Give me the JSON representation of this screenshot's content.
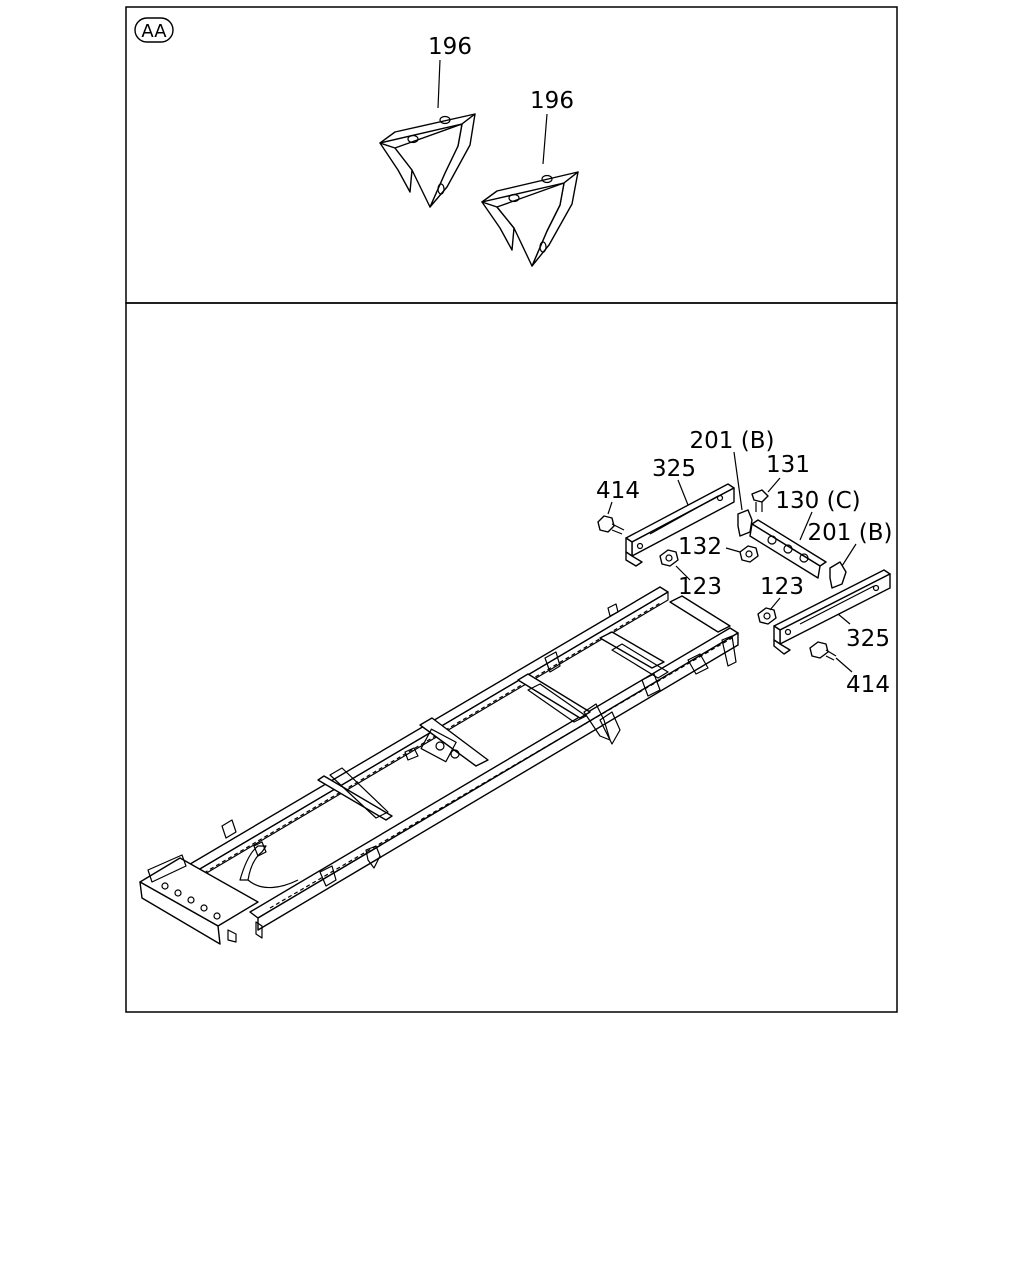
{
  "detail_view": {
    "tag": "AA",
    "bracket_labels": [
      "196",
      "196"
    ]
  },
  "main_view": {
    "callouts": [
      {
        "id": "c201b-top",
        "text": "201 (B)"
      },
      {
        "id": "c131",
        "text": "131"
      },
      {
        "id": "c325-top",
        "text": "325"
      },
      {
        "id": "c414-top",
        "text": "414"
      },
      {
        "id": "c130c",
        "text": "130 (C)"
      },
      {
        "id": "c201b-right",
        "text": "201 (B)"
      },
      {
        "id": "c132",
        "text": "132"
      },
      {
        "id": "c123-left",
        "text": "123"
      },
      {
        "id": "c123-right",
        "text": "123"
      },
      {
        "id": "c325-bottom",
        "text": "325"
      },
      {
        "id": "c414-bottom",
        "text": "414"
      }
    ]
  }
}
